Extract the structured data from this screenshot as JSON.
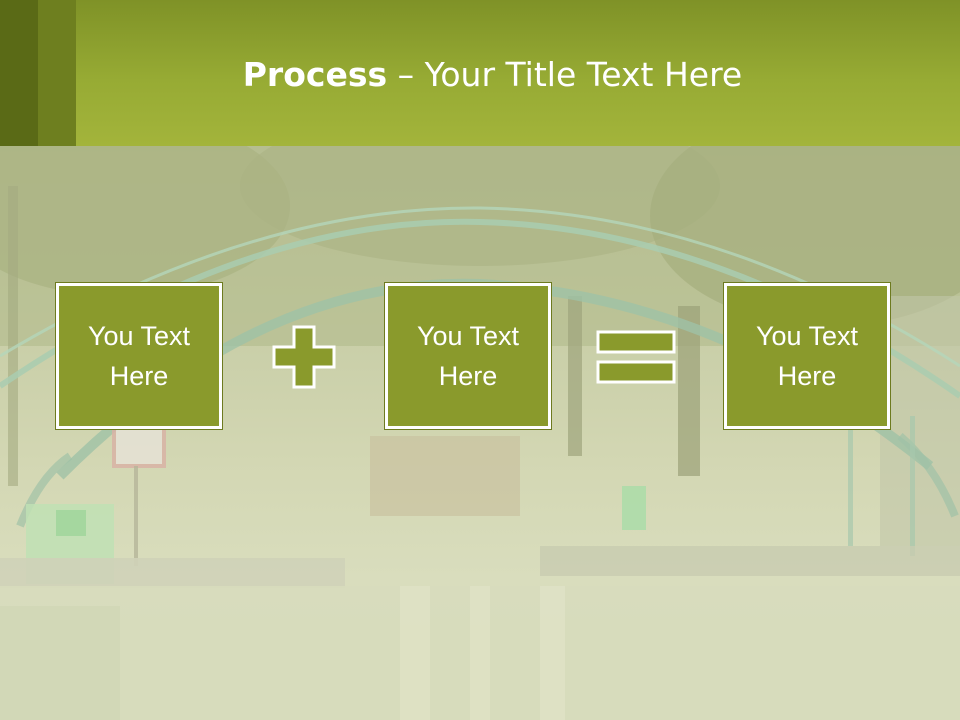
{
  "header": {
    "title_bold": "Process",
    "title_rest": " – Your Title Text Here"
  },
  "process": {
    "box1": "You Text Here",
    "operator1": "plus",
    "box2": "You Text Here",
    "operator2": "equals",
    "box3": "You Text Here"
  },
  "colors": {
    "header": "#97ab34",
    "box_fill": "#8a9a2c",
    "box_border": "#ffffff",
    "operator_fill": "#8a9a2c"
  },
  "background_image": "canal-footbridge-photo"
}
